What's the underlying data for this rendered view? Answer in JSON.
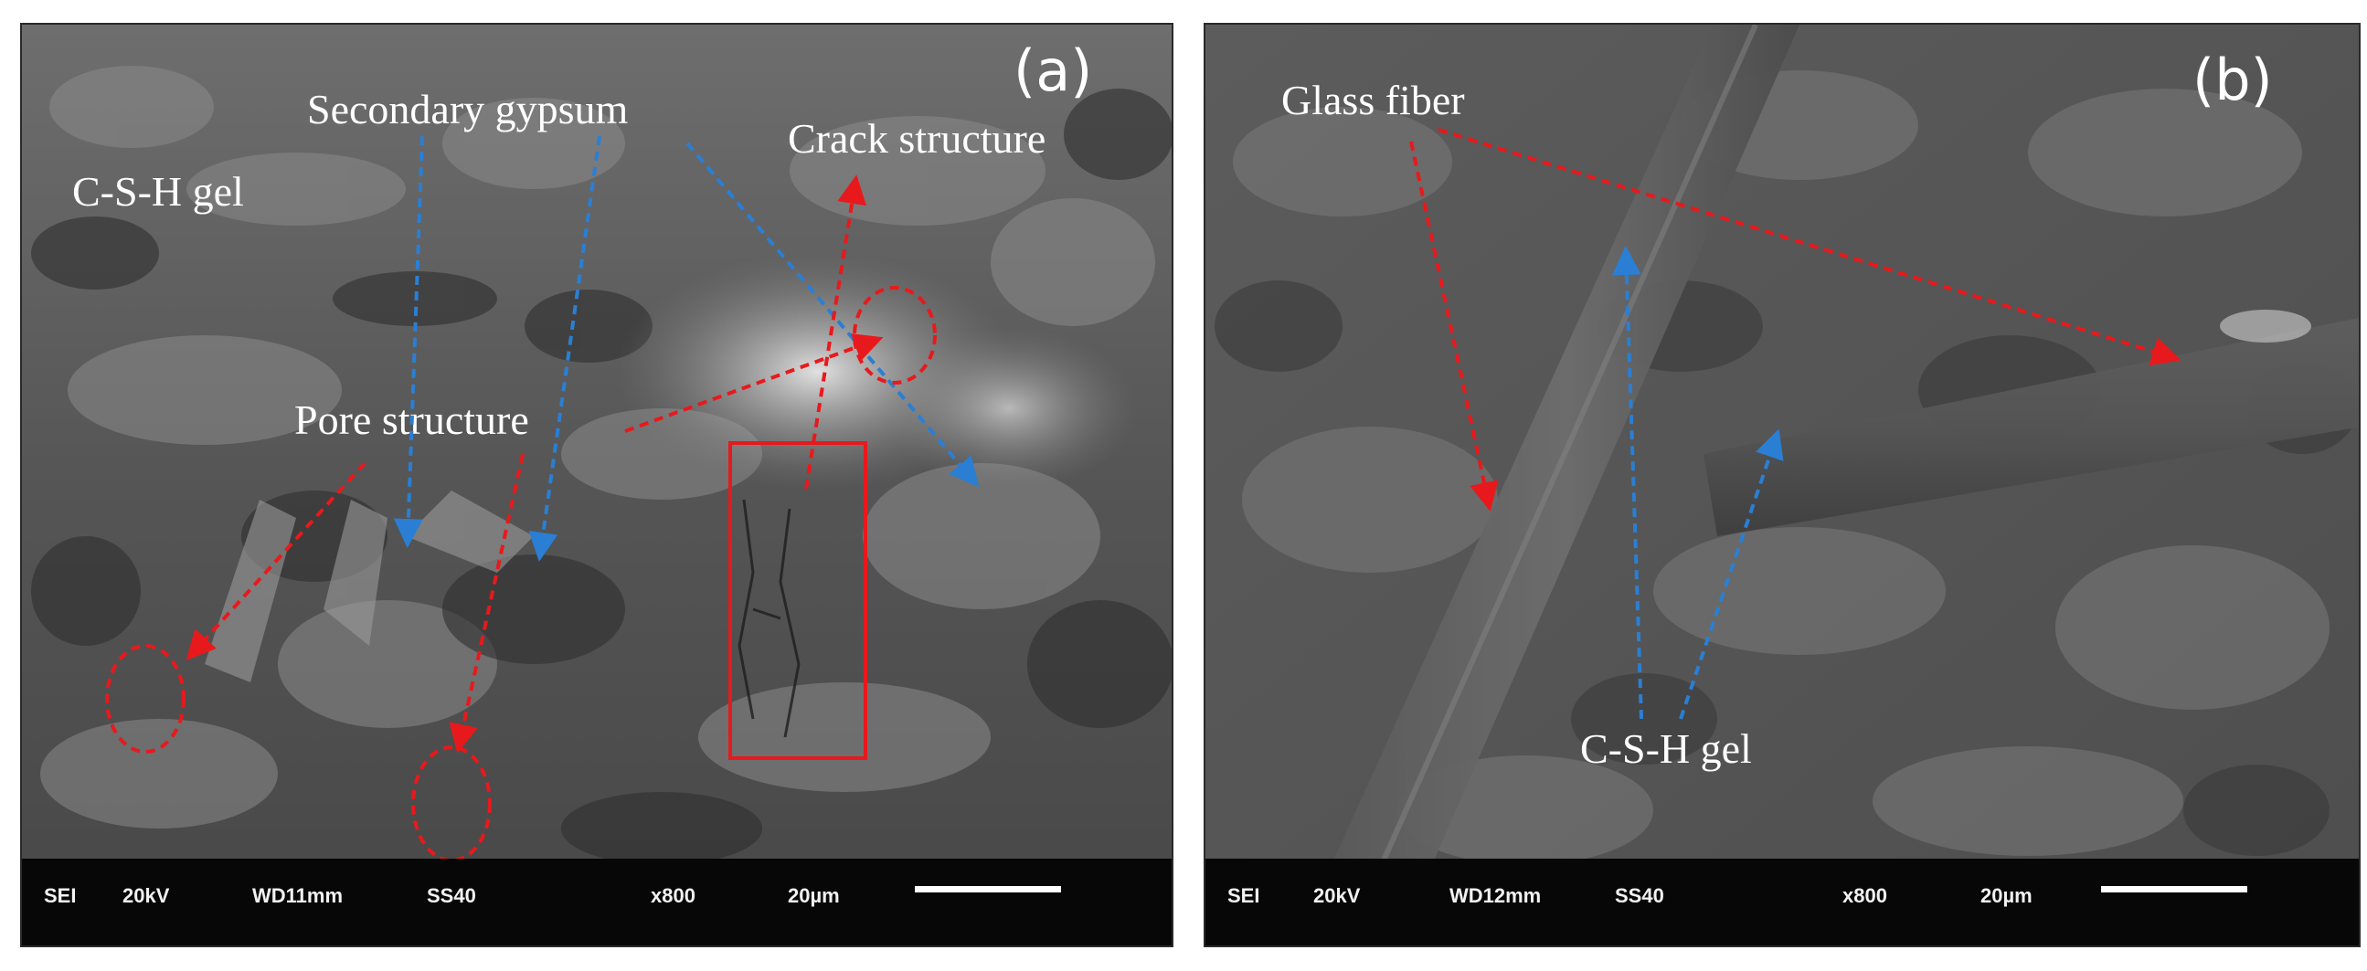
{
  "panel_a": {
    "letter": "(a)",
    "labels": {
      "csh_gel": "C-S-H gel",
      "secondary_gypsum": "Secondary gypsum",
      "crack_structure": "Crack structure",
      "pore_structure": "Pore structure"
    },
    "databar": {
      "mode": "SEI",
      "voltage": "20kV",
      "working_distance": "WD11mm",
      "spot_size": "SS40",
      "magnification": "x800",
      "scale": "20µm"
    }
  },
  "panel_b": {
    "letter": "(b)",
    "labels": {
      "glass_fiber": "Glass fiber",
      "csh_gel": "C-S-H gel"
    },
    "databar": {
      "mode": "SEI",
      "voltage": "20kV",
      "working_distance": "WD12mm",
      "spot_size": "SS40",
      "magnification": "x800",
      "scale": "20µm"
    }
  },
  "colors": {
    "red_arrow": "#e8191c",
    "blue_arrow": "#2a7fd4",
    "databar": "#070707",
    "text": "#ffffff"
  }
}
